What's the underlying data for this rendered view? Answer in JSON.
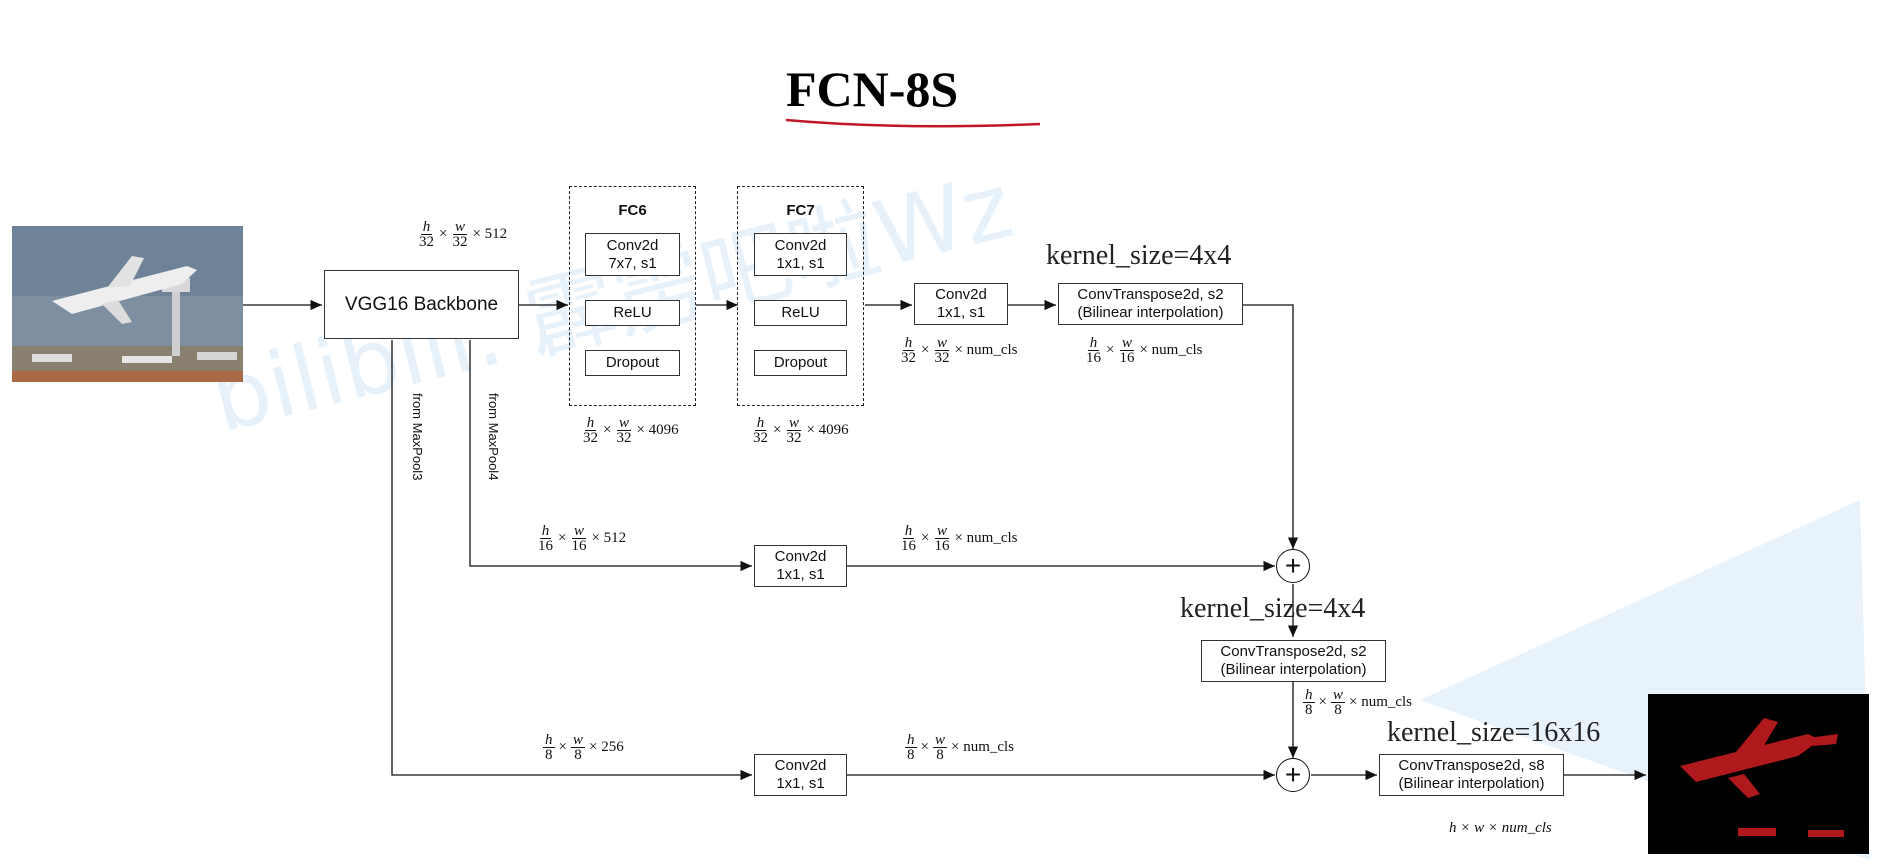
{
  "title": "FCN-8S",
  "backbone_label": "VGG16 Backbone",
  "fc6": {
    "title": "FC6",
    "conv_line1": "Conv2d",
    "conv_line2": "7x7, s1",
    "relu": "ReLU",
    "dropout": "Dropout",
    "dims": "× 4096"
  },
  "fc7": {
    "title": "FC7",
    "conv_line1": "Conv2d",
    "conv_line2": "1x1, s1",
    "relu": "ReLU",
    "dropout": "Dropout",
    "dims": "× 4096"
  },
  "score32": {
    "line1": "Conv2d",
    "line2": "1x1, s1",
    "dims": "× num_cls"
  },
  "up2_a": {
    "line1": "ConvTranspose2d, s2",
    "line2": "(Bilinear interpolation)",
    "kernel": "kernel_size=4x4",
    "dims": "× num_cls"
  },
  "pool4": {
    "label": "from MaxPool4",
    "in_dims": "× 512",
    "conv_line1": "Conv2d",
    "conv_line2": "1x1, s1",
    "out_dims": "× num_cls"
  },
  "up2_b": {
    "line1": "ConvTranspose2d, s2",
    "line2": "(Bilinear interpolation)",
    "kernel": "kernel_size=4x4",
    "dims": "× num_cls"
  },
  "pool3": {
    "label": "from MaxPool3",
    "in_dims": "× 256",
    "conv_line1": "Conv2d",
    "conv_line2": "1x1, s1",
    "out_dims": "× num_cls"
  },
  "up8": {
    "line1": "ConvTranspose2d, s8",
    "line2": "(Bilinear interpolation)",
    "kernel": "kernel_size=16x16"
  },
  "backbone_out_dims": "× 512",
  "final_dims": "h × w × num_cls",
  "watermark": "bilibili: 霹雳吧啦Wz",
  "colors": {
    "mask_bg": "#000000",
    "mask_fg": "#b0191b",
    "photo_sky": "#7d8fa0",
    "title_underline": "#c0182a"
  }
}
